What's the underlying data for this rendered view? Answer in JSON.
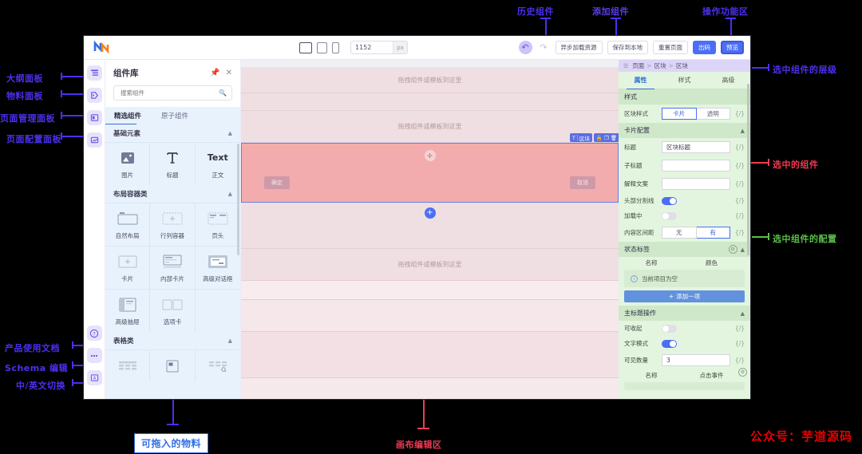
{
  "annotations": {
    "left": [
      {
        "label": "大纲面板"
      },
      {
        "label": "物料面板"
      },
      {
        "label": "页面管理面板"
      },
      {
        "label": "页面配置面板"
      }
    ],
    "left_bottom": [
      {
        "label": "产品使用文档"
      },
      {
        "label": "Schema 编辑"
      },
      {
        "label": "中/英文切换"
      }
    ],
    "top": [
      {
        "label": "历史组件"
      },
      {
        "label": "添加组件"
      },
      {
        "label": "操作功能区"
      }
    ],
    "right": [
      {
        "label": "选中组件的层级",
        "color": "blue"
      },
      {
        "label": "选中的组件",
        "color": "red"
      },
      {
        "label": "选中组件的配置",
        "color": "green"
      }
    ],
    "bottom": [
      {
        "label": "可拖入的物料",
        "style": "boxed"
      },
      {
        "label": "画布编辑区",
        "style": "red"
      }
    ],
    "watermark": "公众号：芋道源码"
  },
  "topbar": {
    "logo_icon": "logo-icon",
    "devices": [
      {
        "name": "desktop",
        "icon": "desktop-icon",
        "active": true
      },
      {
        "name": "tablet",
        "icon": "tablet-icon",
        "active": false
      },
      {
        "name": "mobile",
        "icon": "mobile-icon",
        "active": false
      }
    ],
    "width_value": "1152",
    "width_unit": "px",
    "undo_icon": "undo-icon",
    "redo_icon": "redo-icon",
    "buttons": [
      {
        "label": "异步加载资源",
        "style": "default"
      },
      {
        "label": "保存到本地",
        "style": "default"
      },
      {
        "label": "重置页面",
        "style": "default"
      },
      {
        "label": "出码",
        "style": "primary"
      },
      {
        "label": "预览",
        "style": "preview"
      }
    ]
  },
  "rail": {
    "top_items": [
      {
        "name": "outline-panel",
        "icon": "outline-icon"
      },
      {
        "name": "material-panel",
        "icon": "material-icon"
      },
      {
        "name": "page-manage-panel",
        "icon": "pages-icon"
      },
      {
        "name": "page-config-panel",
        "icon": "page-config-icon"
      }
    ],
    "bottom_items": [
      {
        "name": "docs",
        "icon": "help-circle-icon"
      },
      {
        "name": "schema-edit",
        "icon": "more-dots-icon"
      },
      {
        "name": "lang-switch",
        "icon": "language-icon"
      }
    ]
  },
  "library": {
    "title": "组件库",
    "pin_icon": "pin-icon",
    "close_icon": "close-icon",
    "search_placeholder": "搜索组件",
    "search_icon": "search-icon",
    "tabs": [
      {
        "label": "精选组件",
        "active": true
      },
      {
        "label": "原子组件",
        "active": false
      }
    ],
    "groups": [
      {
        "title": "基础元素",
        "items": [
          {
            "label": "图片",
            "icon": "image-icon"
          },
          {
            "label": "标题",
            "icon": "heading-T-icon"
          },
          {
            "label": "正文",
            "icon": "text-icon"
          }
        ]
      },
      {
        "title": "布局容器类",
        "items": [
          {
            "label": "自然布局",
            "icon": "flow-layout-icon"
          },
          {
            "label": "行列容器",
            "icon": "grid-container-icon"
          },
          {
            "label": "页头",
            "icon": "page-header-icon"
          },
          {
            "label": "卡片",
            "icon": "card-icon"
          },
          {
            "label": "内部卡片",
            "icon": "inner-card-icon"
          },
          {
            "label": "高级对话框",
            "icon": "dialog-icon"
          },
          {
            "label": "高级抽屉",
            "icon": "drawer-icon"
          },
          {
            "label": "选项卡",
            "icon": "tabs-icon"
          }
        ]
      },
      {
        "title": "表格类",
        "items": [
          {
            "label": "",
            "icon": "table-icon"
          },
          {
            "label": "",
            "icon": "table-block-icon"
          },
          {
            "label": "",
            "icon": "table-search-icon"
          }
        ]
      }
    ]
  },
  "canvas": {
    "dropzone_text": "拖拽组件或模板到这里",
    "selected_block": {
      "tag_icon": "type-icon",
      "tag_label": "区块",
      "tools": [
        "lock-icon",
        "copy-icon",
        "delete-icon"
      ],
      "drag_handle_icon": "drag-handle-icon",
      "buttons": [
        {
          "label": "确定"
        },
        {
          "label": "取消"
        }
      ]
    },
    "add_button_icon": "plus-icon"
  },
  "props": {
    "breadcrumb": {
      "icon": "layers-icon",
      "items": [
        "页面",
        "区块",
        "区块"
      ],
      "separator": ">"
    },
    "tabs": [
      {
        "label": "属性",
        "active": true
      },
      {
        "label": "样式",
        "active": false
      },
      {
        "label": "高级",
        "active": false
      }
    ],
    "sections": [
      {
        "title": "样式",
        "rows": [
          {
            "label": "区块样式",
            "type": "segment",
            "options": [
              "卡片",
              "透明"
            ],
            "selected": "卡片",
            "code": "{/}"
          }
        ]
      },
      {
        "title": "卡片配置",
        "collapsible": true,
        "rows": [
          {
            "label": "标题",
            "type": "input",
            "value": "区块标题",
            "code": "{/}"
          },
          {
            "label": "子标题",
            "type": "input",
            "value": "",
            "code": "{/}"
          },
          {
            "label": "解释文案",
            "type": "input",
            "value": "",
            "code": "{/}"
          },
          {
            "label": "头部分割线",
            "type": "switch",
            "value": true,
            "code": "{/}"
          },
          {
            "label": "加载中",
            "type": "switch",
            "value": false,
            "code": "{/}"
          },
          {
            "label": "内容区间距",
            "type": "segment",
            "options": [
              "无",
              "有"
            ],
            "selected": "有",
            "code": "{/}"
          }
        ]
      },
      {
        "title": "状态标签",
        "collapsible": true,
        "table_headers": [
          "名称",
          "颜色"
        ],
        "empty_text": "当前项目为空",
        "add_label": "添加一项",
        "add_icon": "plus-icon"
      },
      {
        "title": "主标题操作",
        "collapsible": true,
        "rows": [
          {
            "label": "可收起",
            "type": "switch",
            "value": false,
            "code": "{/}"
          },
          {
            "label": "文字模式",
            "type": "switch",
            "value": true,
            "code": "{/}"
          },
          {
            "label": "可见数量",
            "type": "input",
            "value": "3",
            "code": "{/}"
          }
        ],
        "table_headers": [
          "名称",
          "点击事件"
        ]
      }
    ]
  }
}
